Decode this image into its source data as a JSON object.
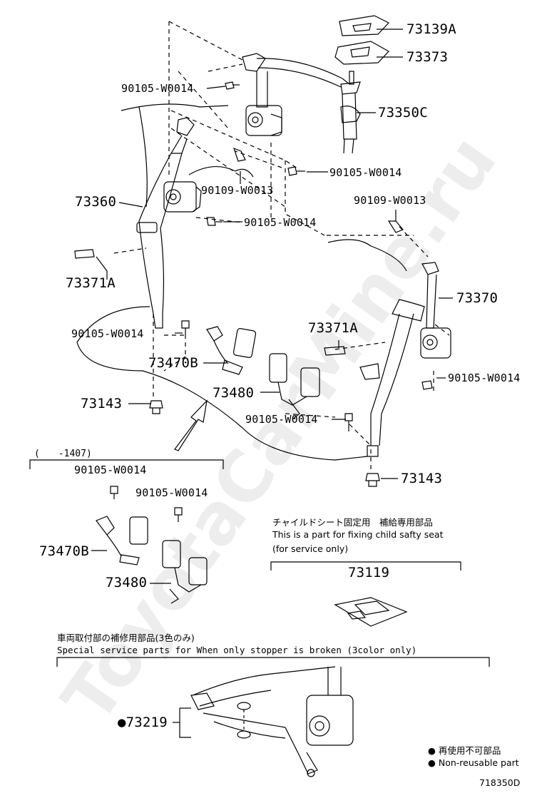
{
  "watermark": "ToyotaCarMine.ru",
  "labels": {
    "p73139A": "73139A",
    "p73373": "73373",
    "p73350C": "73350C",
    "p90105_a": "90105-W0014",
    "p90105_b": "90105-W0014",
    "p90109_a": "90109-W0013",
    "p90109_b": "90109-W0013",
    "p73360": "73360",
    "p90105_c": "90105-W0014",
    "p73371A_a": "73371A",
    "p73370": "73370",
    "p90105_d": "90105-W0014",
    "p73371A_b": "73371A",
    "p73470B_a": "73470B",
    "p90105_e": "90105-W0014",
    "p73480_a": "73480",
    "p90105_f": "90105-W0014",
    "p73143_a": "73143",
    "p73143_b": "73143",
    "range": "(　　-1407)",
    "p90105_g": "90105-W0014",
    "p90105_h": "90105-W0014",
    "p73470B_b": "73470B",
    "p73480_b": "73480",
    "p73119": "73119",
    "p73219": "●73219"
  },
  "notes": {
    "child_jp": "チャイルドシート固定用　補給専用部品",
    "child_en1": "This is a part for fixing child safty seat",
    "child_en2": "(for service only)",
    "special_jp": "車両取付部の補修用部品(3色のみ)",
    "special_en": "Special  service  parts  for  When  only  stopper  is  broken  (3color  only)",
    "legend_jp": "● 再使用不可部品",
    "legend_en": "● Non-reusable part",
    "diagram_id": "718350D"
  }
}
